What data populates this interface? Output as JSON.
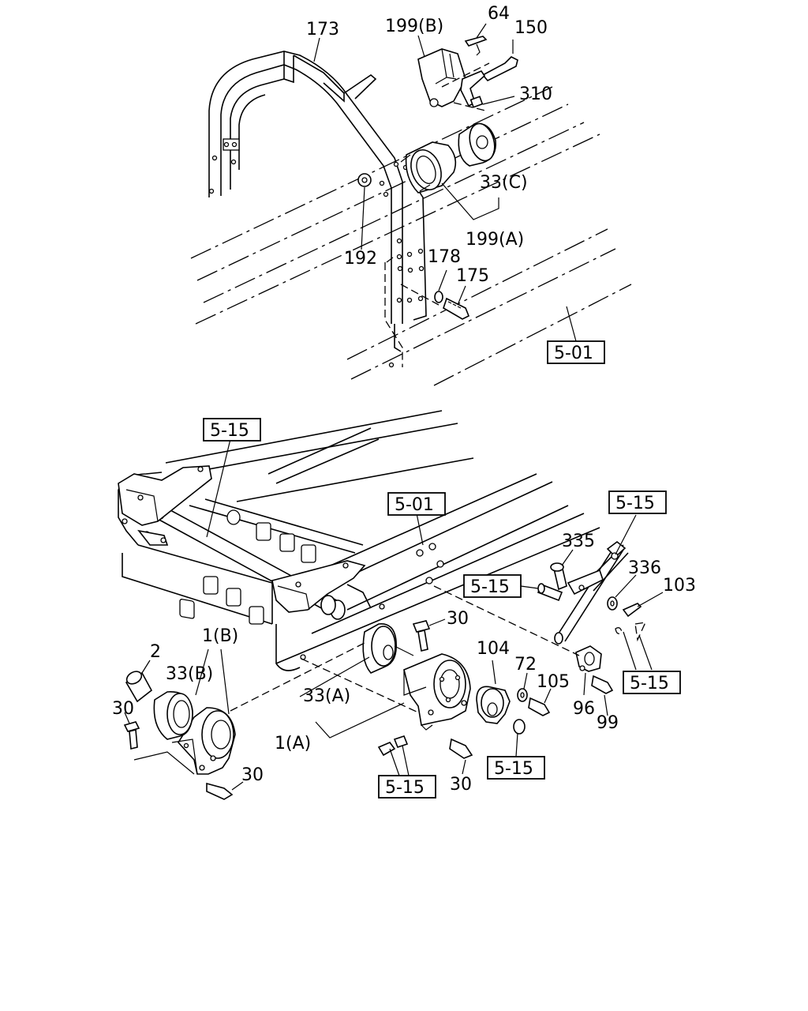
{
  "callouts": {
    "p173": "173",
    "p199b": "199(B)",
    "p64": "64",
    "p150": "150",
    "p310": "310",
    "p33c": "33(C)",
    "p199a": "199(A)",
    "p192": "192",
    "p178": "178",
    "p175": "175",
    "p335": "335",
    "p336": "336",
    "p103": "103",
    "p30_top": "30",
    "p104": "104",
    "p72": "72",
    "p105": "105",
    "p96": "96",
    "p99": "99",
    "p2": "2",
    "p1b": "1(B)",
    "p33b": "33(B)",
    "p33a": "33(A)",
    "p30_left": "30",
    "p1a": "1(A)",
    "p30_bottom_left": "30",
    "p30_bottom_right": "30"
  },
  "refs": {
    "r501_top": "5-01",
    "r515_left": "5-15",
    "r501_mid": "5-01",
    "r515_right": "5-15",
    "r515_mid": "5-15",
    "r515_side": "5-15",
    "r515_bottom_right": "5-15",
    "r515_bottom_left": "5-15"
  }
}
